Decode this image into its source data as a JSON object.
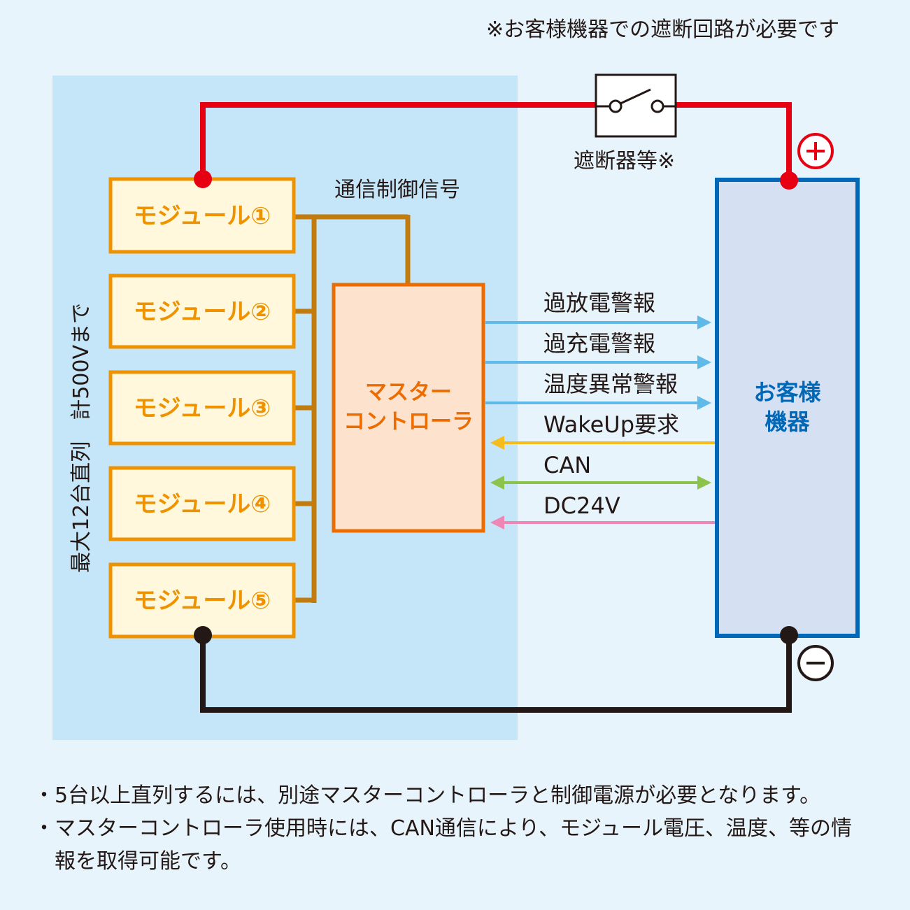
{
  "header_note": "※お客様機器での遮断回路が必要です",
  "breaker": {
    "label": "遮断器等※"
  },
  "polarity": {
    "plus": "+",
    "minus": "−"
  },
  "comm_label": "通信制御信号",
  "series_label": "最大12台直列　計500Vまで",
  "modules": [
    "モジュール①",
    "モジュール②",
    "モジュール③",
    "モジュール④",
    "モジュール⑤"
  ],
  "master": {
    "line1": "マスター",
    "line2": "コントローラ"
  },
  "customer": {
    "line1": "お客様",
    "line2": "機器"
  },
  "signals": [
    {
      "label": "過放電警報",
      "direction": "to-customer",
      "color": "#5fb9e9"
    },
    {
      "label": "過充電警報",
      "direction": "to-customer",
      "color": "#5fb9e9"
    },
    {
      "label": "温度異常警報",
      "direction": "to-customer",
      "color": "#5fb9e9"
    },
    {
      "label": "WakeUp要求",
      "direction": "to-master",
      "color": "#f5bc1e"
    },
    {
      "label": "CAN",
      "direction": "both",
      "color": "#8cc34a"
    },
    {
      "label": "DC24V",
      "direction": "to-master",
      "color": "#ee87b4"
    }
  ],
  "notes": [
    "・5台以上直列するには、別途マスターコントローラと制御電源が必要となります。",
    "・マスターコントローラ使用時には、CAN通信により、モジュール電圧、温度、等の情",
    "報を取得可能です。"
  ],
  "colors": {
    "page_bg": "#e8f4fc",
    "panel_bg": "#c4e6f8",
    "module_border": "#ee9200",
    "module_fill": "#fff8dc",
    "master_border": "#ec6c00",
    "master_fill": "#fde3ce",
    "customer_border": "#0068b7",
    "customer_fill": "#d5e0f2",
    "positive": "#e60012",
    "negative": "#231815",
    "comm_bus": "#c27c0e"
  }
}
